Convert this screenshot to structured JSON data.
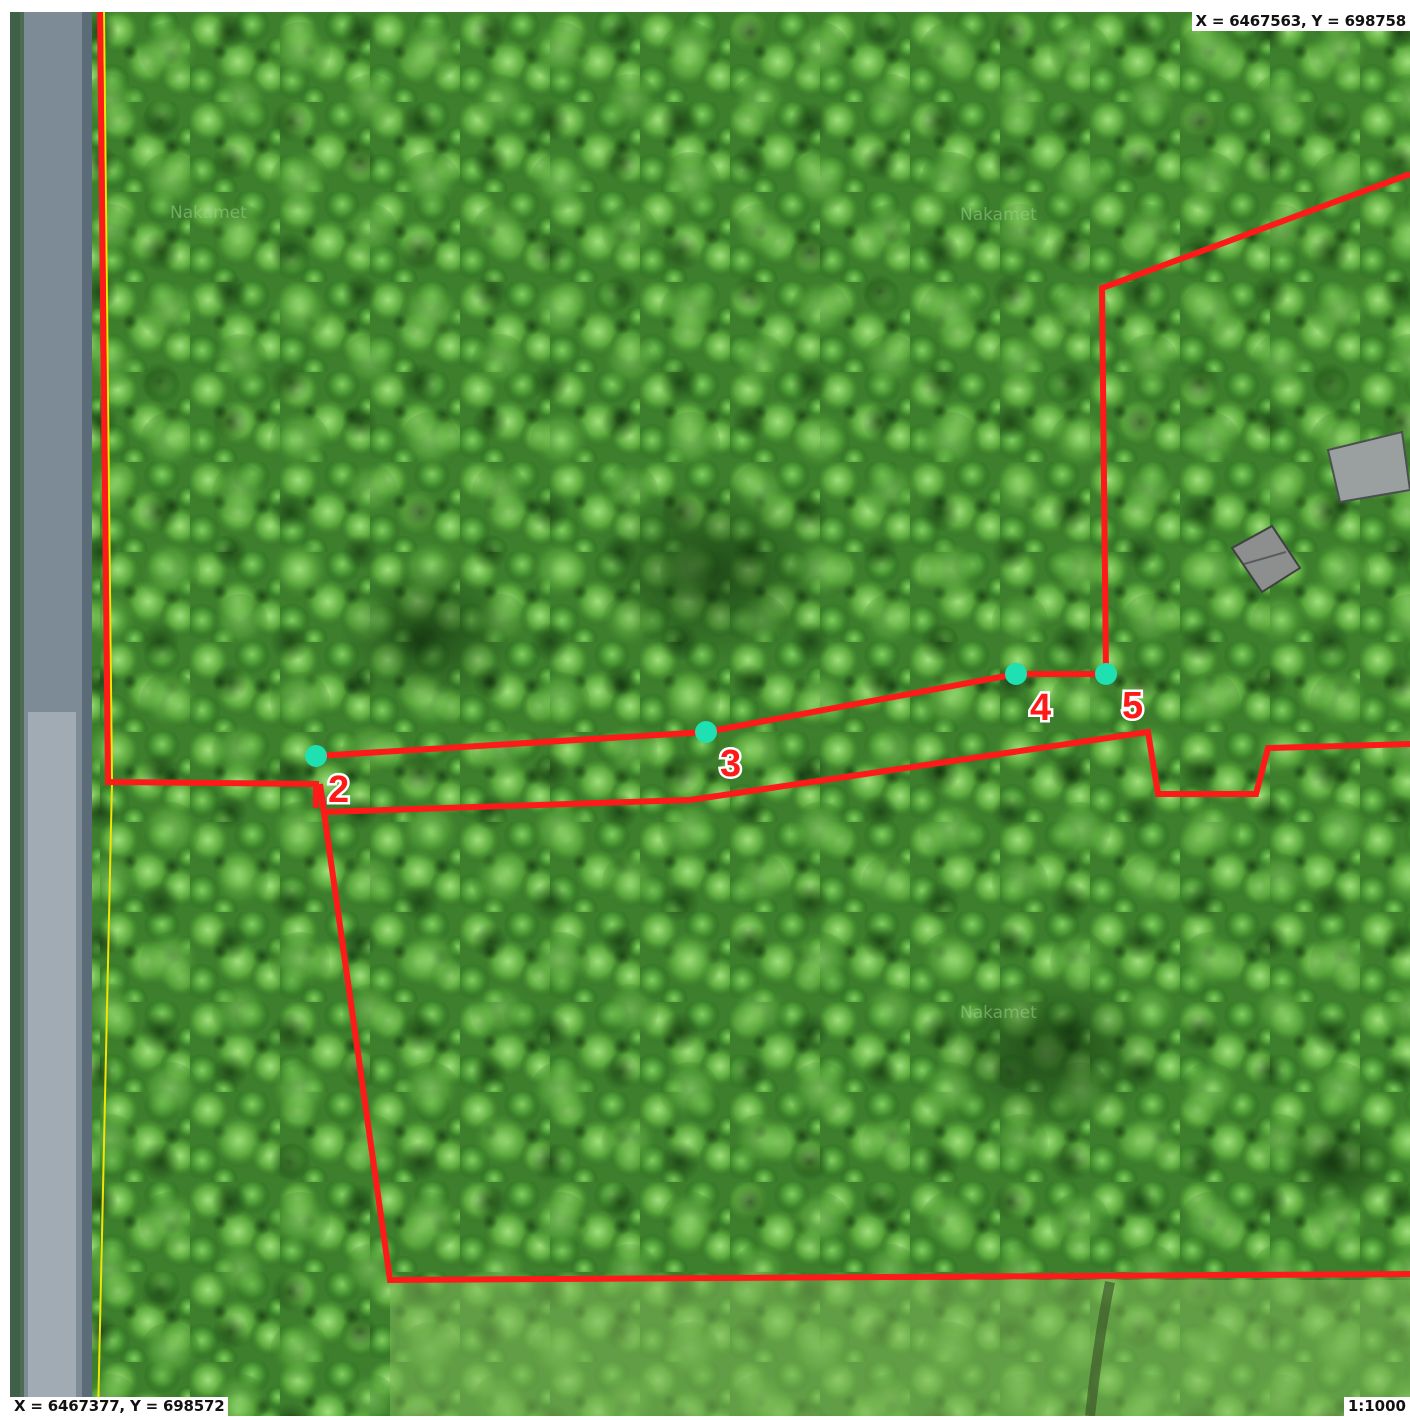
{
  "map": {
    "coord_top_right": "X = 6467563, Y = 698758",
    "coord_bottom_left": "X = 6467377, Y = 698572",
    "scale": "1:1000",
    "boundary_color": "#ff1a1a",
    "vertex_color": "#1ee0b0",
    "road_edge_color": "#f2e600",
    "background_type": "aerial forest imagery",
    "vertices": [
      {
        "label": "2"
      },
      {
        "label": "3"
      },
      {
        "label": "4"
      },
      {
        "label": "5"
      }
    ],
    "parcel_names": [
      "Nakamet",
      "Nakamet",
      "Nakamet"
    ]
  }
}
